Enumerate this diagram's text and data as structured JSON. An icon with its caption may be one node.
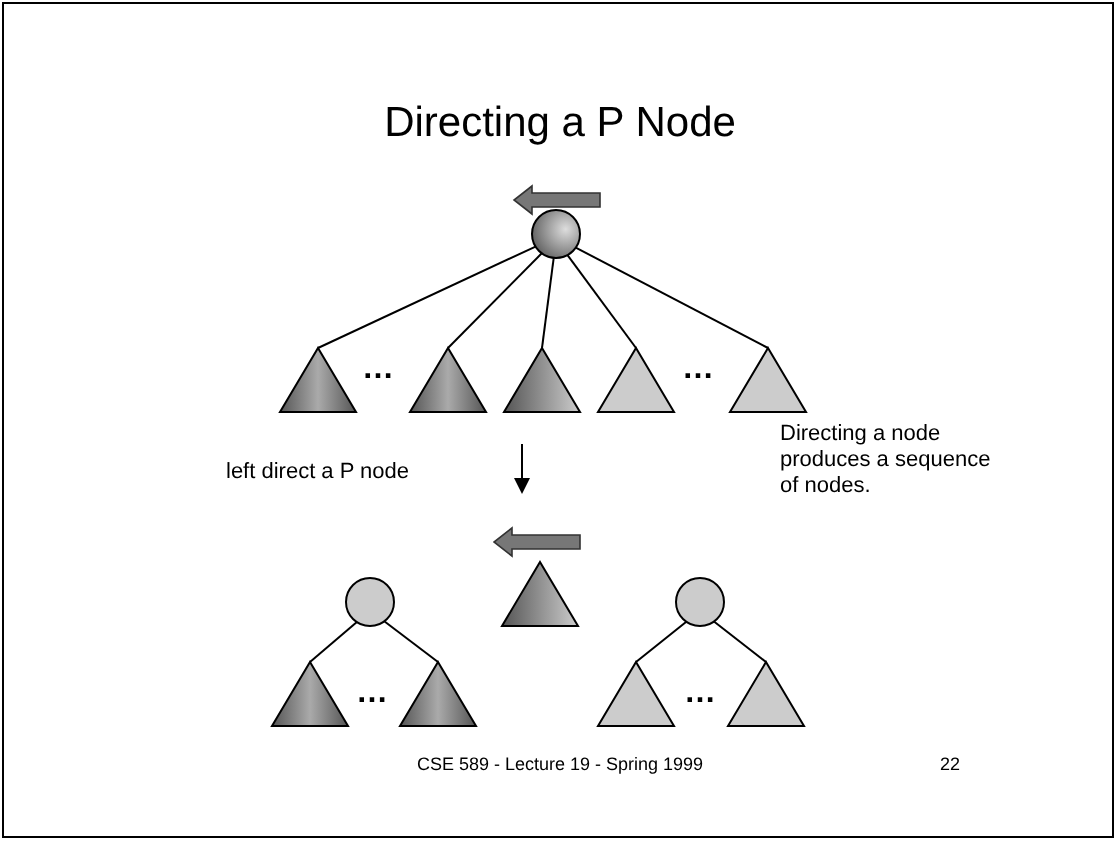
{
  "diagram": {
    "title": "Directing a P Node",
    "nodes": [
      {
        "text": [],
        "shape": "circle"
      },
      {
        "text": [],
        "shape": "triangle"
      },
      {
        "text": [],
        "shape": "triangle"
      },
      {
        "text": [],
        "shape": "triangle"
      },
      {
        "text": [],
        "shape": "triangle"
      },
      {
        "text": [],
        "shape": "triangle"
      },
      {
        "text": [],
        "shape": "circle"
      },
      {
        "text": [],
        "shape": "triangle"
      },
      {
        "text": [],
        "shape": "triangle"
      },
      {
        "text": [],
        "shape": "triangle"
      },
      {
        "text": [],
        "shape": "circle"
      },
      {
        "text": [],
        "shape": "triangle"
      },
      {
        "text": [],
        "shape": "triangle"
      }
    ],
    "edges": [
      {
        "from": 0,
        "to": 1,
        "arrow": "none"
      },
      {
        "from": 0,
        "to": 2,
        "arrow": "none"
      },
      {
        "from": 0,
        "to": 3,
        "arrow": "none"
      },
      {
        "from": 0,
        "to": 4,
        "arrow": "none"
      },
      {
        "from": 0,
        "to": 5,
        "arrow": "none"
      },
      {
        "from": 6,
        "to": 7,
        "arrow": "none"
      },
      {
        "from": 6,
        "to": 8,
        "arrow": "none"
      },
      {
        "from": 10,
        "to": 11,
        "arrow": "none"
      },
      {
        "from": 10,
        "to": 12,
        "arrow": "none"
      }
    ],
    "labels": [
      "…",
      "…",
      "left direct a P node",
      "Directing a node produces a sequence of nodes.",
      "…",
      "…",
      "CSE 589 - Lecture 19 - Spring 1999",
      "22"
    ]
  }
}
